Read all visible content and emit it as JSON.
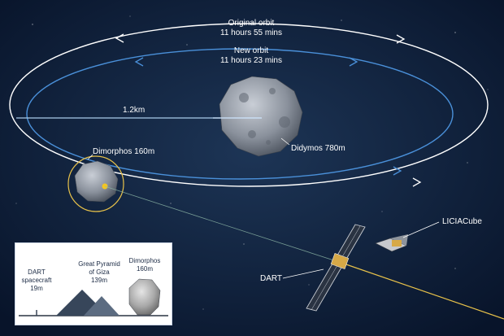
{
  "original_orbit": {
    "title": "Original orbit",
    "period": "11 hours 55 mins"
  },
  "new_orbit": {
    "title": "New orbit",
    "period": "11 hours 23 mins"
  },
  "distance_label": "1.2km",
  "didymos_label": "Didymos 780m",
  "dimorphos_label": "Dimorphos 160m",
  "dart_label": "DART",
  "liciacube_label": "LICIACube",
  "inset": {
    "dart": {
      "line1": "DART",
      "line2": "spacecraft",
      "line3": "19m"
    },
    "pyramid": {
      "line1": "Great Pyramid",
      "line2": "of Giza",
      "line3": "139m"
    },
    "dimorphos": {
      "line1": "Dimorphos",
      "line2": "160m"
    }
  },
  "colors": {
    "background": "#0b1a33",
    "original_orbit": "#ffffff",
    "new_orbit": "#4a90d9",
    "trajectory": "#e8c24a",
    "highlight": "#f3c623"
  }
}
